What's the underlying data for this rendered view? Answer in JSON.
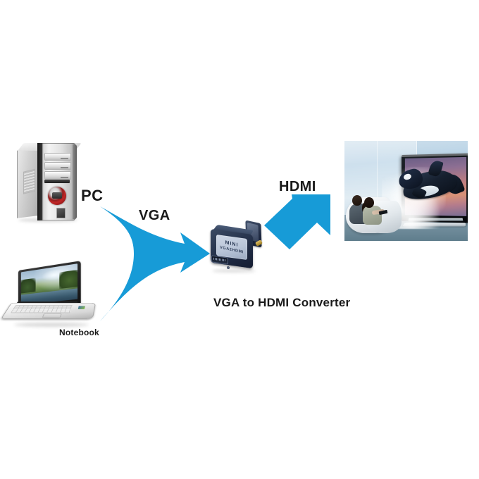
{
  "diagram": {
    "title": "VGA to HDMI Converter connection diagram",
    "background_color": "#ffffff",
    "arrow_color": "#179BD7",
    "text_color": "#1a1a1a"
  },
  "labels": {
    "pc": "PC",
    "notebook": "Notebook",
    "vga": "VGA",
    "hdmi": "HDMI",
    "caption": "VGA to HDMI Converter"
  },
  "nodes": {
    "pc_tower": {
      "name": "PC",
      "icon": "desktop-tower-icon",
      "description": "Silver and black desktop computer tower with optical drive bays and a red round power button"
    },
    "notebook": {
      "name": "Notebook",
      "icon": "laptop-icon",
      "description": "Open white laptop showing a green landscape wallpaper"
    },
    "converter": {
      "name": "VGA to HDMI Converter",
      "icon": "converter-device-icon",
      "label_line1": "MINI",
      "label_line2": "VGA2HDMI",
      "body_color": "#1d2840",
      "plate_color": "#c3cde0",
      "ports": [
        "HDMI output port",
        "VGA male connector",
        "gold thumbscrew"
      ]
    },
    "tv": {
      "name": "3D Television",
      "icon": "television-photo",
      "description": "Photo of a couple seated in a white chair watching a widescreen 3D TV with an orca whale leaping out of the screen amid water spray"
    }
  },
  "connections": [
    {
      "id": "vga-link",
      "from": "PC / Notebook",
      "to": "VGA to HDMI Converter",
      "label": "VGA",
      "icon": "fan-arrow-right-icon",
      "color": "#179BD7"
    },
    {
      "id": "hdmi-link",
      "from": "VGA to HDMI Converter",
      "to": "3D Television",
      "label": "HDMI",
      "icon": "arrow-up-right-icon",
      "color": "#179BD7"
    }
  ]
}
